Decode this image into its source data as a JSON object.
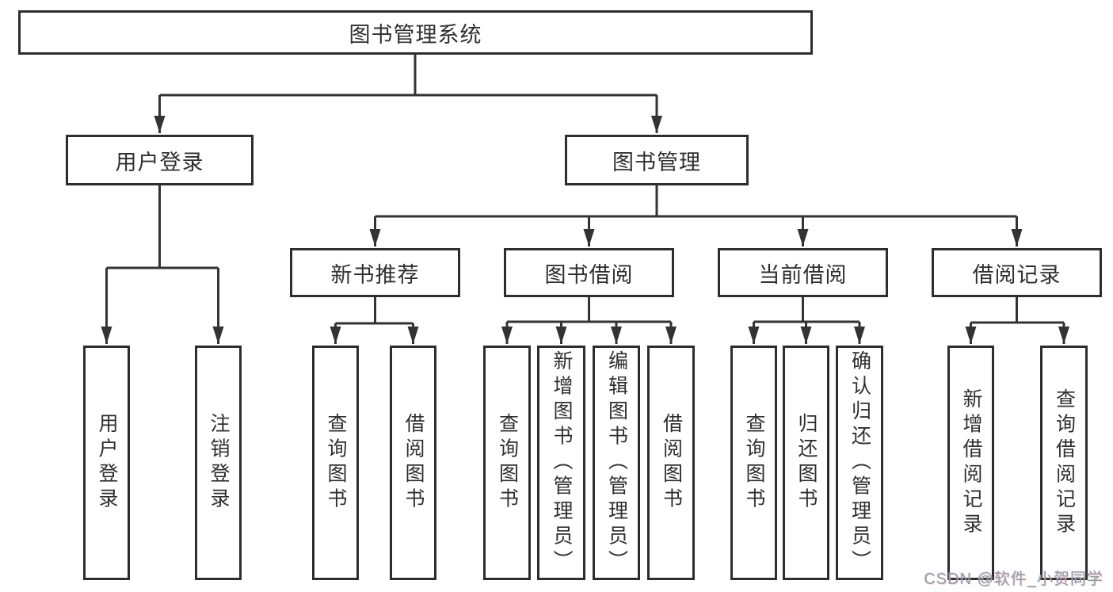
{
  "colors": {
    "background": "#ffffff",
    "line": "#333333",
    "node_border": "#2d2d2d",
    "node_fill": "#ffffff",
    "text": "#2f2f2f",
    "watermark": "#9a9a9a"
  },
  "diagram": {
    "root": {
      "label": "图书管理系统"
    },
    "level2": [
      {
        "label": "用户登录"
      },
      {
        "label": "图书管理"
      }
    ],
    "level3": [
      {
        "label": "新书推荐"
      },
      {
        "label": "图书借阅"
      },
      {
        "label": "当前借阅"
      },
      {
        "label": "借阅记录"
      }
    ],
    "leaves": [
      {
        "label": "用户登录"
      },
      {
        "label": "注销登录"
      },
      {
        "label": "查询图书"
      },
      {
        "label": "借阅图书"
      },
      {
        "label": "查询图书"
      },
      {
        "label": "新增图书（管理员）"
      },
      {
        "label": "编辑图书（管理员）"
      },
      {
        "label": "借阅图书"
      },
      {
        "label": "查询图书"
      },
      {
        "label": "归还图书"
      },
      {
        "label": "确认归还（管理员）"
      },
      {
        "label": "新增借阅记录"
      },
      {
        "label": "查询借阅记录"
      }
    ]
  },
  "watermark": {
    "text": "CSDN @软件_小贺同学"
  }
}
